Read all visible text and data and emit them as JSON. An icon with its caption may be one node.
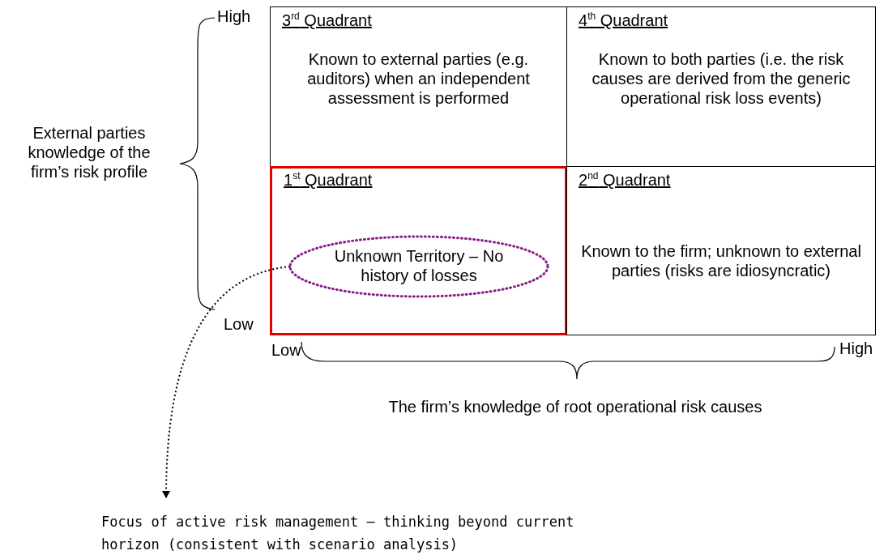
{
  "diagram": {
    "nodes": [
      {
        "text": [
          "3$^{rd}$ Quadrant",
          "Known to external parties (e.g. auditors) when an independent assessment is performed"
        ]
      },
      {
        "text": [
          "4$^{th}$ Quadrant",
          "Known to both parties (i.e. the risk causes are derived from the generic operational risk loss events)"
        ]
      },
      {
        "text": [
          "1$^{st}$ Quadrant"
        ]
      },
      {
        "text": [
          "Unknown Territory – No history of losses"
        ],
        "in": 2
      },
      {
        "text": [
          "2$^{nd}$ Quadrant",
          "Known to the firm; unknown to external parties (risks are idiosyncratic)"
        ]
      },
      {
        "text": [
          "Focus of active risk management – thinking beyond current horizon (consistent with scenario analysis)"
        ]
      }
    ],
    "edges": [
      {
        "from": 3,
        "to": 5,
        "arrow": "to",
        "style": "dashed"
      }
    ],
    "labels": [
      "High",
      "External parties knowledge of the firm’s risk profile",
      "Low",
      "Low",
      "High",
      "The firm’s knowledge of root operational risk causes"
    ]
  }
}
